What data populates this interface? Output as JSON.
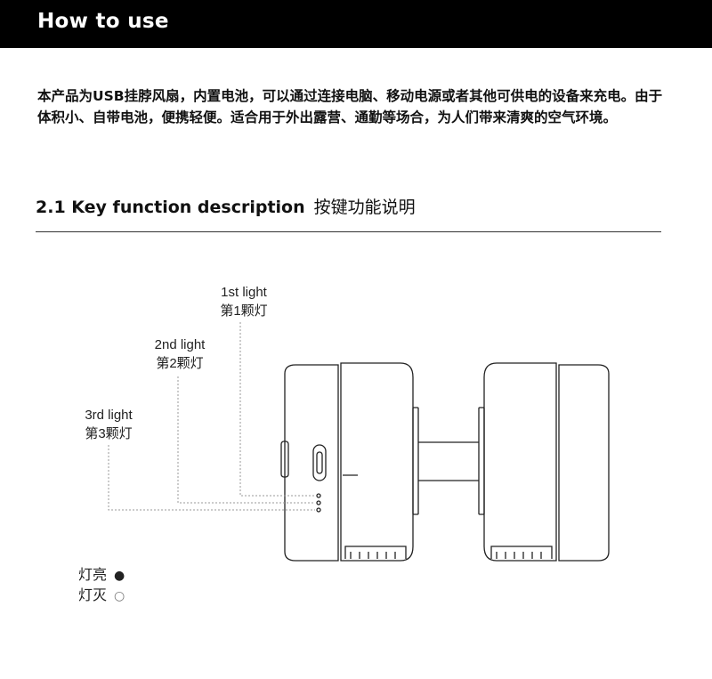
{
  "header": {
    "title": "How to use"
  },
  "intro": {
    "text": "本产品为USB挂脖风扇，内置电池，可以通过连接电脑、移动电源或者其他可供电的设备来充电。由于体积小、自带电池，便携轻便。适合用于外出露营、通勤等场合，为人们带来清爽的空气环境。"
  },
  "section": {
    "heading_en": "2.1 Key function description",
    "heading_zh": "按键功能说明"
  },
  "diagram": {
    "lights": [
      {
        "en": "1st light",
        "zh": "第1颗灯"
      },
      {
        "en": "2nd light",
        "zh": "第2颗灯"
      },
      {
        "en": "3rd light",
        "zh": "第3颗灯"
      }
    ]
  },
  "legend": {
    "on": {
      "label": "灯亮",
      "symbol": "●"
    },
    "off": {
      "label": "灯灭",
      "symbol": "○"
    }
  },
  "colors": {
    "header_bg": "#000000",
    "header_text": "#ffffff",
    "line": "#333333"
  }
}
